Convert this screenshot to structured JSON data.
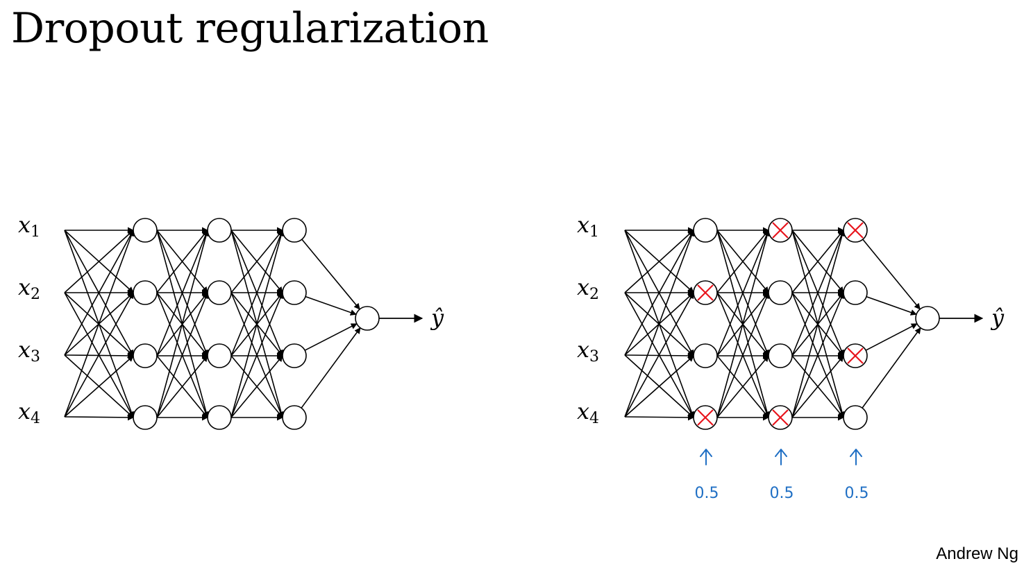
{
  "slide": {
    "title": "Dropout regularization",
    "author": "Andrew Ng"
  },
  "colors": {
    "ink": "#000000",
    "node_fill": "#ffffff",
    "dropped_mark": "#e8141c",
    "annotation": "#1f6fc4"
  },
  "networks": [
    {
      "id": "full",
      "inputs": [
        {
          "base": "x",
          "sub": "1"
        },
        {
          "base": "x",
          "sub": "2"
        },
        {
          "base": "x",
          "sub": "3"
        },
        {
          "base": "x",
          "sub": "4"
        }
      ],
      "hidden_layers": [
        {
          "dropped": [
            false,
            false,
            false,
            false
          ]
        },
        {
          "dropped": [
            false,
            false,
            false,
            false
          ]
        },
        {
          "dropped": [
            false,
            false,
            false,
            false
          ]
        }
      ],
      "output_label": "ŷ"
    },
    {
      "id": "dropout",
      "inputs": [
        {
          "base": "x",
          "sub": "1"
        },
        {
          "base": "x",
          "sub": "2"
        },
        {
          "base": "x",
          "sub": "3"
        },
        {
          "base": "x",
          "sub": "4"
        }
      ],
      "hidden_layers": [
        {
          "dropped": [
            false,
            true,
            false,
            true
          ],
          "keep_prob_note": "0.5"
        },
        {
          "dropped": [
            true,
            false,
            false,
            true
          ],
          "keep_prob_note": "0.5"
        },
        {
          "dropped": [
            true,
            false,
            true,
            false
          ],
          "keep_prob_note": "0.5"
        }
      ],
      "output_label": "ŷ"
    }
  ]
}
